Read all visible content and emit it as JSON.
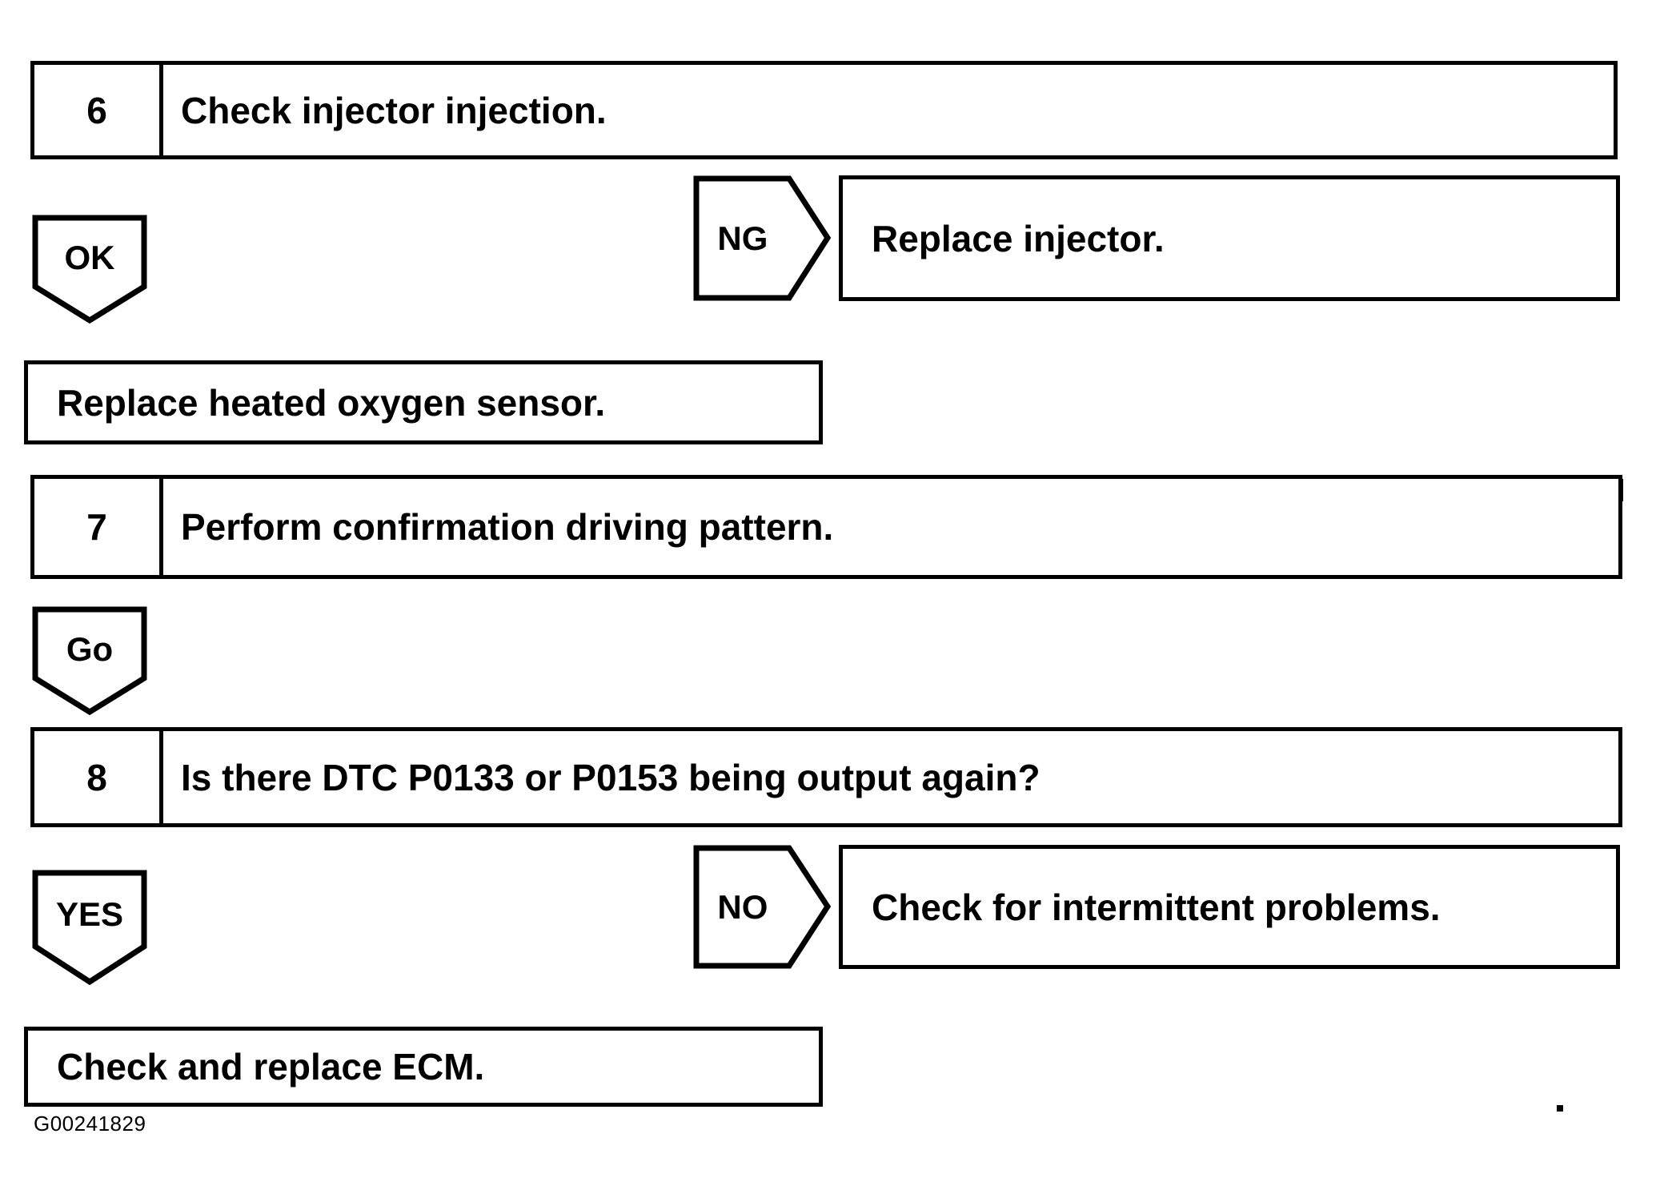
{
  "diagram": {
    "type": "diagnostic-flowchart",
    "caption": "G00241829",
    "colors": {
      "line": "#000000",
      "background": "#ffffff",
      "text": "#000000"
    },
    "steps": [
      {
        "number": "6",
        "text": "Check injector injection."
      },
      {
        "number": "7",
        "text": "Perform confirmation driving pattern."
      },
      {
        "number": "8",
        "text": "Is there DTC P0133 or P0153 being output again?"
      }
    ],
    "branches": [
      {
        "label": "OK",
        "direction": "down",
        "from_step": "6"
      },
      {
        "label": "NG",
        "direction": "right",
        "from_step": "6"
      },
      {
        "label": "Go",
        "direction": "down",
        "from_step": "7"
      },
      {
        "label": "YES",
        "direction": "down",
        "from_step": "8"
      },
      {
        "label": "NO",
        "direction": "right",
        "from_step": "8"
      }
    ],
    "actions": [
      {
        "id": "replace-injector",
        "text": "Replace injector."
      },
      {
        "id": "replace-heated-oxygen-sensor",
        "text": "Replace heated oxygen sensor."
      },
      {
        "id": "check-intermittent-problems",
        "text": "Check for intermittent problems."
      },
      {
        "id": "check-replace-ecm",
        "text": "Check and replace ECM."
      }
    ]
  }
}
